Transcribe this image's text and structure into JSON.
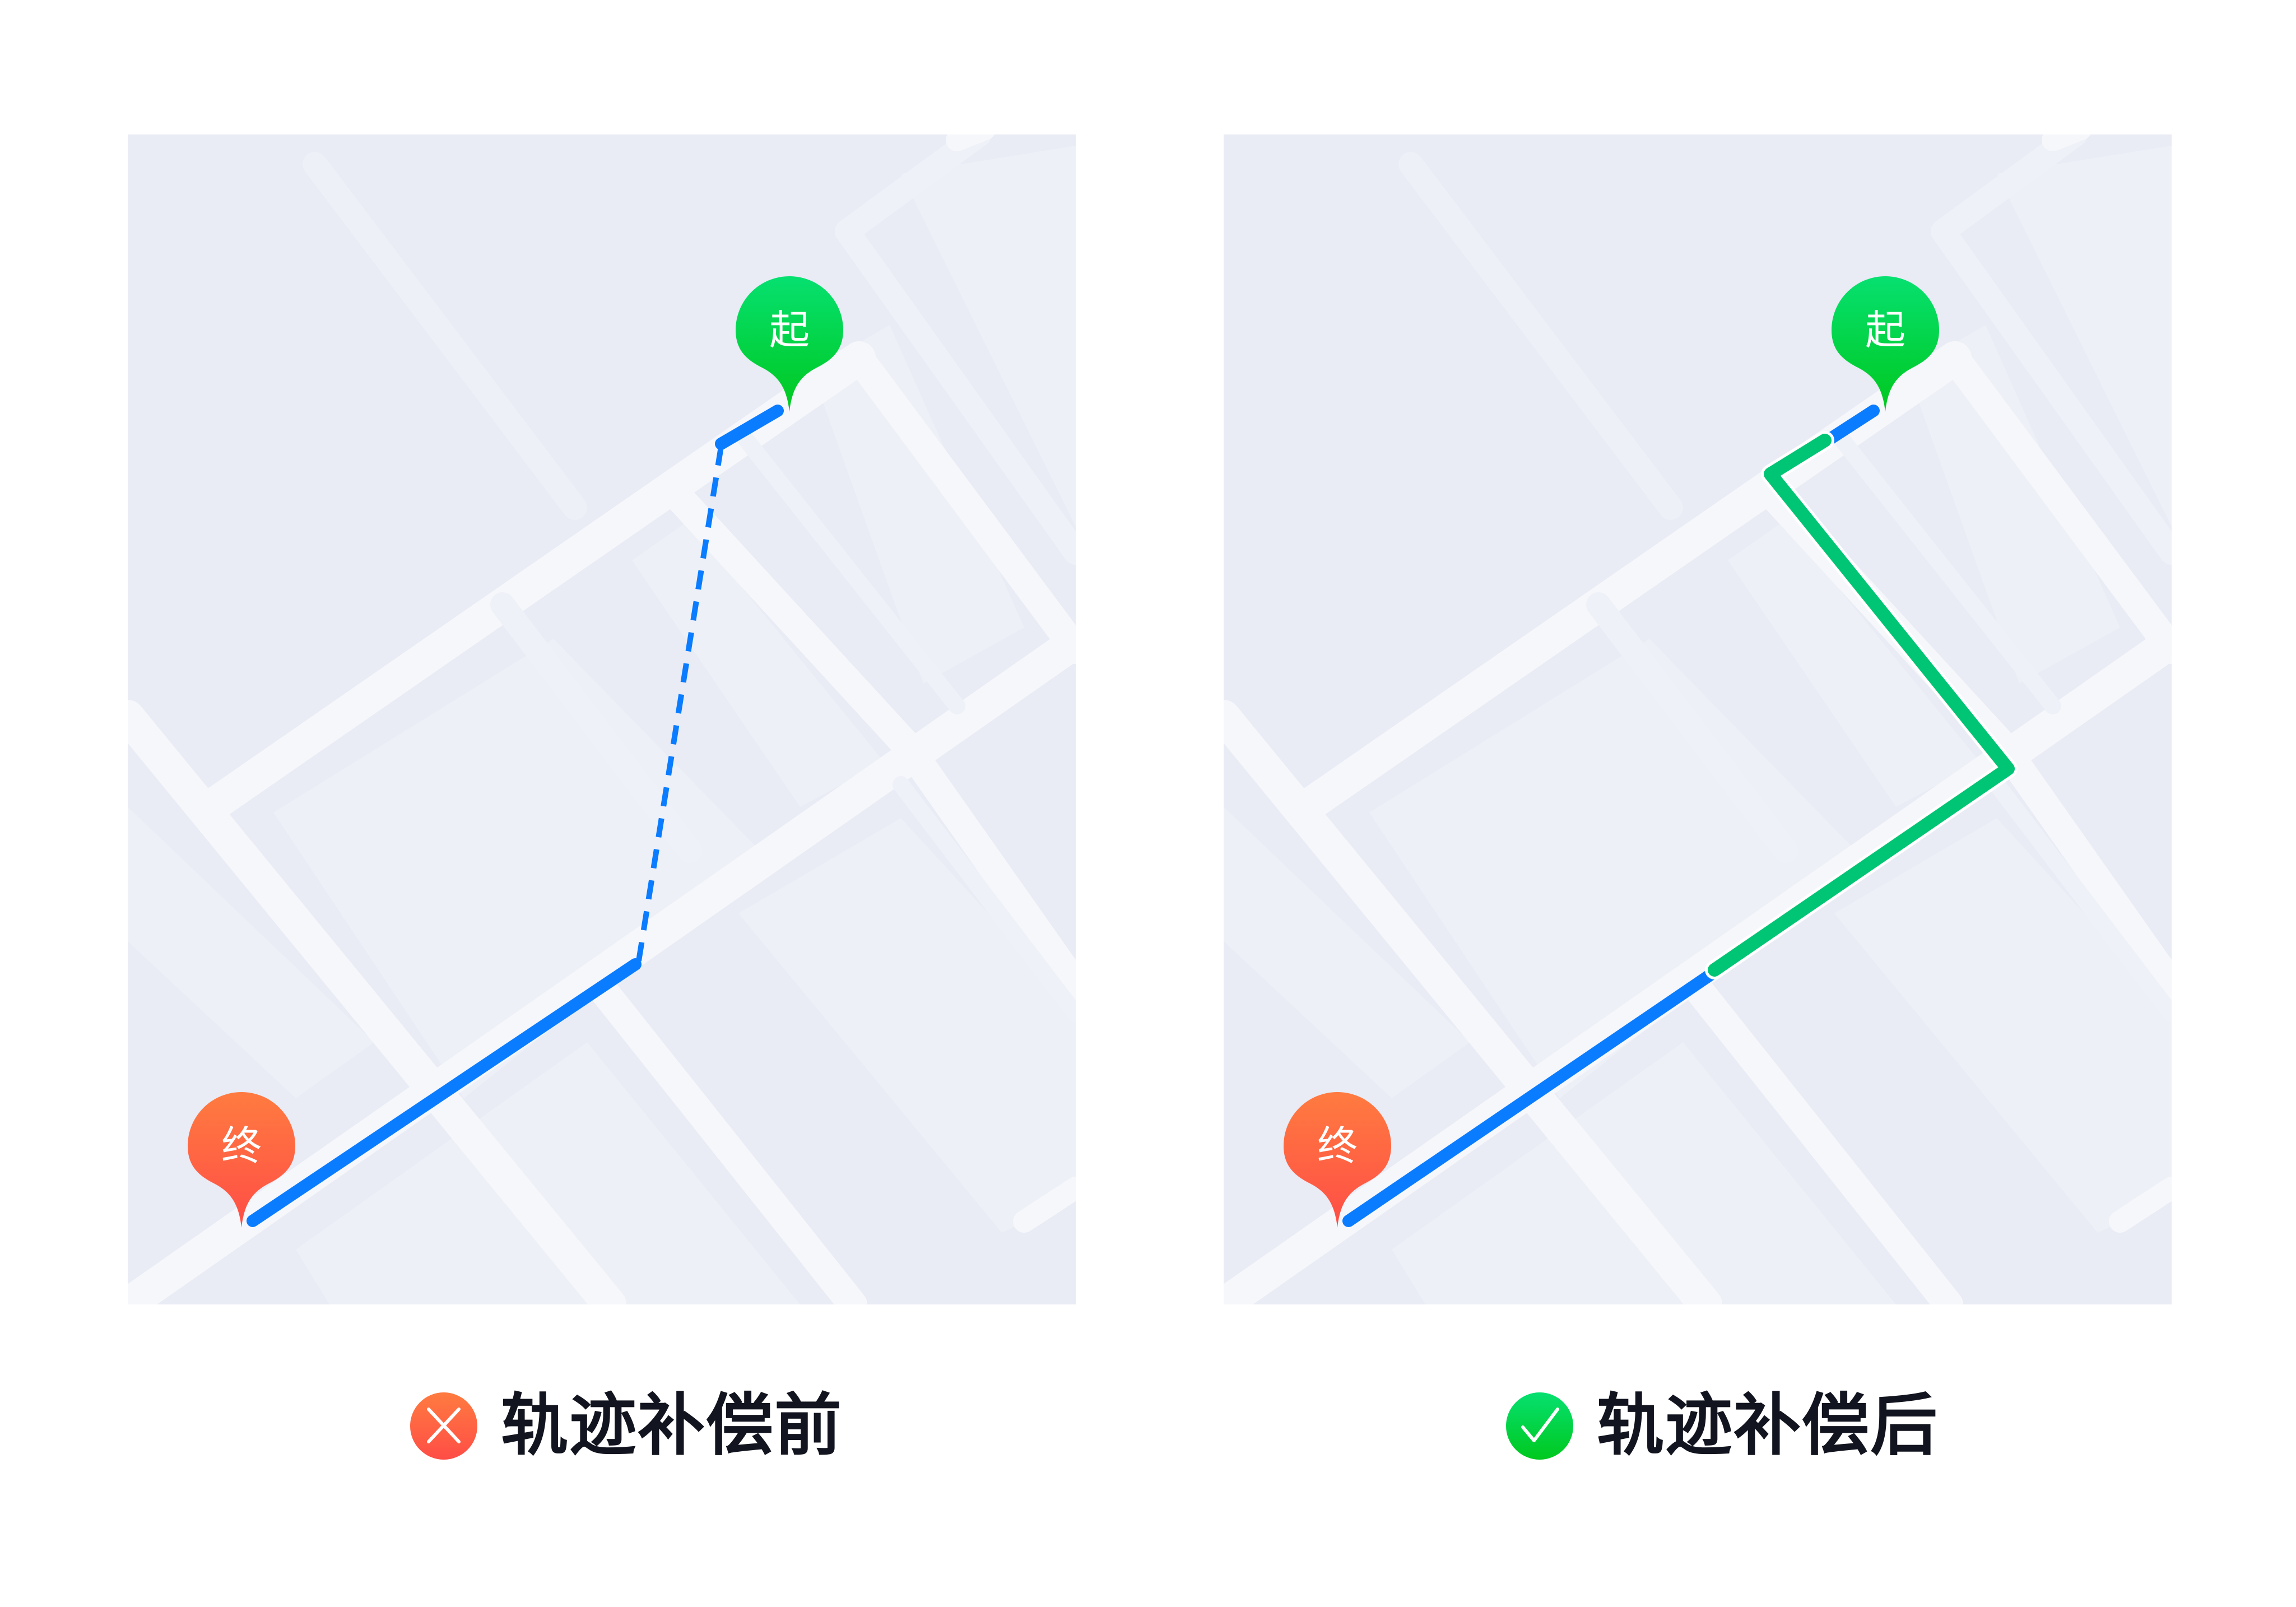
{
  "colors": {
    "map_background": "#e9ebf5",
    "block_light": "#eef0f7",
    "road": "#f6f7fb",
    "track_blue": "#0a7cff",
    "track_green": "#00c574",
    "start_pin_top": "#06e070",
    "start_pin_bottom": "#00c81e",
    "end_pin_top": "#ff7b40",
    "end_pin_bottom": "#ff4d46",
    "caption_text": "#12151f"
  },
  "panels": [
    {
      "id": "before",
      "start_pin": {
        "label": "起",
        "icon": "map-pin-start"
      },
      "end_pin": {
        "label": "终",
        "icon": "map-pin-end"
      },
      "track_segments": [
        {
          "type": "solid",
          "color": "blue",
          "points": [
            [
              1160,
              493
            ],
            [
              1059,
              550
            ]
          ]
        },
        {
          "type": "dashed",
          "color": "blue",
          "points": [
            [
              1059,
              557
            ],
            [
              912,
              1475
            ]
          ]
        },
        {
          "type": "solid",
          "color": "blue",
          "points": [
            [
              906,
              1481
            ],
            [
              223,
              1939
            ]
          ]
        }
      ],
      "caption": {
        "icon": "x-circle-icon",
        "text": "轨迹补偿前"
      }
    },
    {
      "id": "after",
      "start_pin": {
        "label": "起",
        "icon": "map-pin-start"
      },
      "end_pin": {
        "label": "终",
        "icon": "map-pin-end"
      },
      "track_segments": [
        {
          "type": "solid",
          "color": "blue",
          "points": [
            [
              1160,
              493
            ],
            [
              1079,
              546
            ]
          ]
        },
        {
          "type": "solid",
          "color": "green",
          "points": [
            [
              1073,
              546
            ],
            [
              976,
              606
            ],
            [
              1400,
              1132
            ],
            [
              876,
              1491
            ]
          ]
        },
        {
          "type": "solid",
          "color": "blue",
          "points": [
            [
              876,
              1494
            ],
            [
              223,
              1939
            ]
          ]
        }
      ],
      "caption": {
        "icon": "check-circle-icon",
        "text": "轨迹补偿后"
      }
    }
  ]
}
